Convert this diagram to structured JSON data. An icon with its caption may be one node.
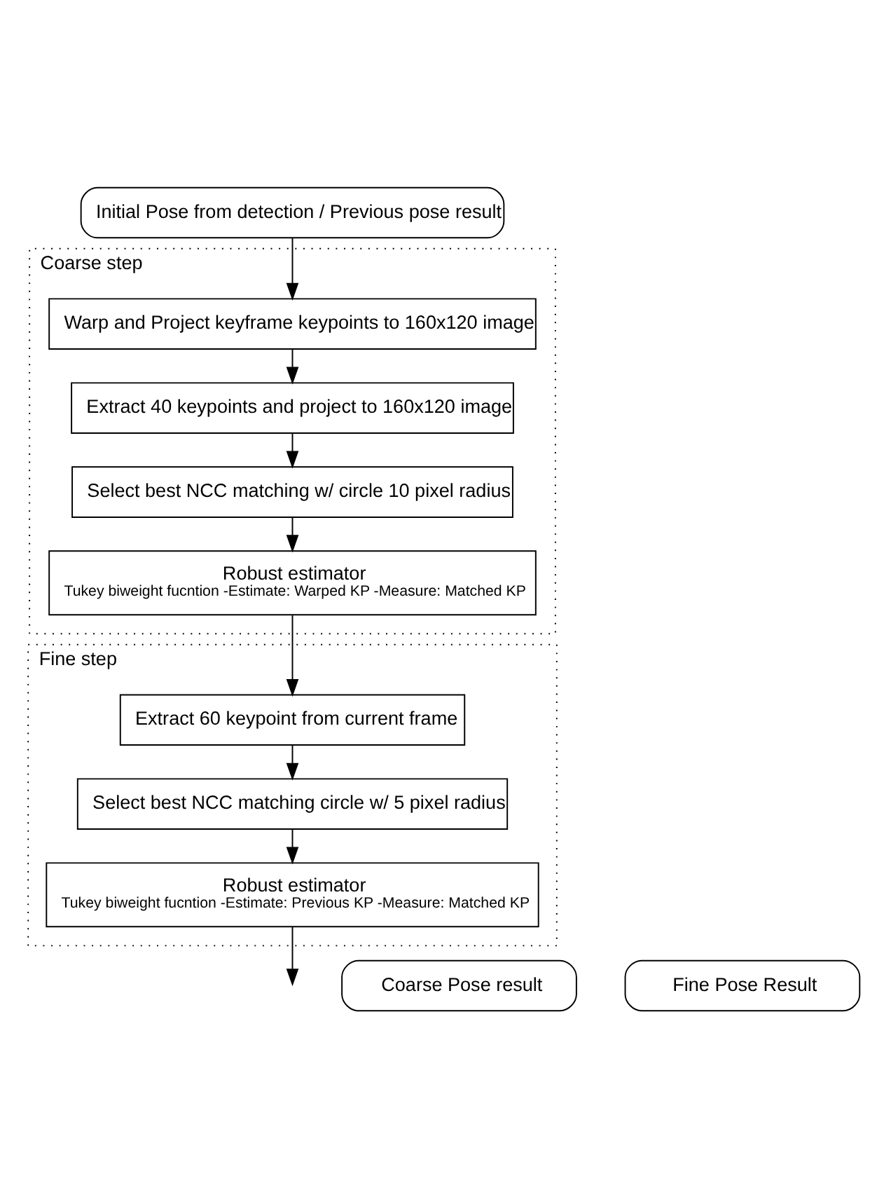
{
  "diagram": {
    "nodes": [
      {
        "text": [
          "Initial Pose from detection / Previous pose result"
        ]
      },
      {
        "text": [
          "Coarse step"
        ]
      },
      {
        "text": [
          "Warp and Project keyframe keypoints to 160x120 image"
        ],
        "in": 1
      },
      {
        "text": [
          "Extract 40 keypoints and project to 160x120 image"
        ],
        "in": 1
      },
      {
        "text": [
          "Select best NCC matching w/ circle 10 pixel radius"
        ],
        "in": 1
      },
      {
        "text": [
          "Robust estimator",
          "Tukey biweight fucntion -Estimate: Warped KP -Measure: Matched KP"
        ],
        "in": 1
      },
      {
        "text": [
          "Fine step"
        ]
      },
      {
        "text": [
          "Extract 60 keypoint from current frame"
        ],
        "in": 6
      },
      {
        "text": [
          "Select best NCC matching circle w/ 5 pixel radius"
        ],
        "in": 6
      },
      {
        "text": [
          "Robust estimator",
          "Tukey biweight fucntion -Estimate: Previous KP -Measure: Matched KP"
        ],
        "in": 6
      },
      {
        "text": [
          "Coarse Pose result"
        ]
      },
      {
        "text": [
          "Fine Pose Result"
        ]
      }
    ],
    "edges": [
      {
        "from": 0,
        "to": 2,
        "arrow": "to"
      },
      {
        "from": 2,
        "to": 3,
        "arrow": "to"
      },
      {
        "from": 3,
        "to": 4,
        "arrow": "to"
      },
      {
        "from": 4,
        "to": 5,
        "arrow": "to"
      },
      {
        "from": 5,
        "to": 7,
        "arrow": "to"
      },
      {
        "from": 7,
        "to": 8,
        "arrow": "to"
      },
      {
        "from": 8,
        "to": 9,
        "arrow": "to"
      },
      {
        "from": 9,
        "to": null,
        "arrow": "to"
      }
    ]
  }
}
